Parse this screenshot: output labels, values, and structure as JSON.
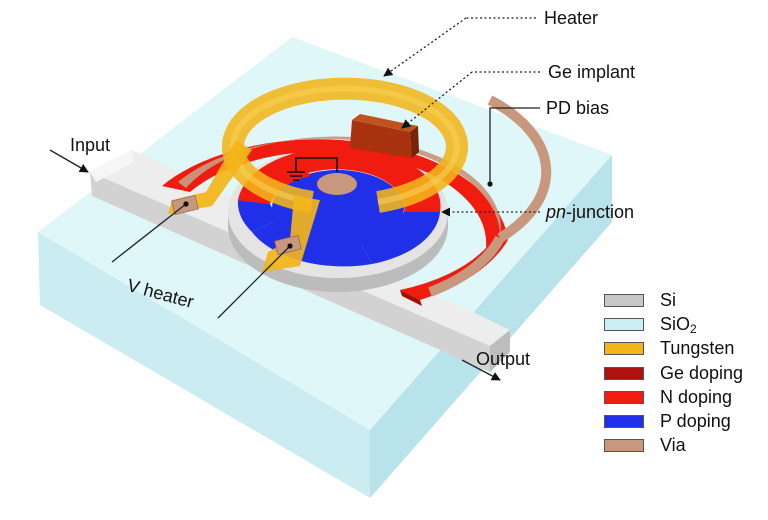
{
  "labels": {
    "heater": "Heater",
    "ge_implant": "Ge implant",
    "pd_bias": "PD bias",
    "pn_italic": "pn",
    "pn_rest": "-junction",
    "input": "Input",
    "output": "Output",
    "v_heater": "V heater"
  },
  "legend": [
    {
      "label": "Si",
      "color": "#c8c8c8"
    },
    {
      "label": "SiO",
      "sub": "2",
      "color": "#c9eff3"
    },
    {
      "label": "Tungsten",
      "color": "#f2b51a"
    },
    {
      "label": "Ge doping",
      "color": "#b01010"
    },
    {
      "label": "N doping",
      "color": "#f01c10"
    },
    {
      "label": "P doping",
      "color": "#2030e8"
    },
    {
      "label": "Via",
      "color": "#c8987e"
    }
  ],
  "colors": {
    "oxide_top": "#dff7f8",
    "oxide_left": "#cdeef3",
    "oxide_right": "#bfe7ee",
    "silicon": "#d4d4d4",
    "tungsten": "#f2b51a",
    "n_doping": "#f01c10",
    "p_doping": "#2030e8",
    "ge_doping": "#a8320e",
    "via": "#c8987e"
  }
}
